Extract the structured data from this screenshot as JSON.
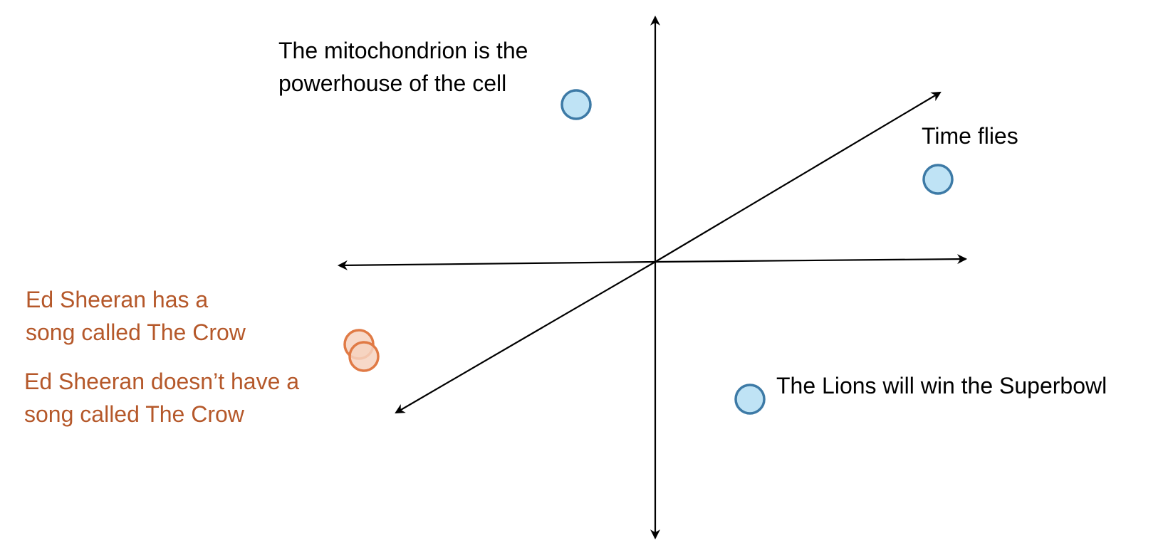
{
  "colors": {
    "axis": "#000000",
    "blue_fill": "#bfe3f5",
    "blue_stroke": "#3d7aa6",
    "orange_fill": "#f6d2c0",
    "orange_stroke": "#e07a45",
    "black_text": "#000000",
    "orange_text": "#b5582a"
  },
  "points": [
    {
      "id": "mitochondrion",
      "group": "blue",
      "lines": [
        "The mitochondrion is the",
        "powerhouse of the cell"
      ]
    },
    {
      "id": "time-flies",
      "group": "blue",
      "lines": [
        "Time flies"
      ]
    },
    {
      "id": "lions-superbowl",
      "group": "blue",
      "lines": [
        "The Lions will win the Superbowl"
      ]
    },
    {
      "id": "ed-sheeran-has",
      "group": "orange",
      "lines": [
        "Ed Sheeran has a",
        "song called The Crow"
      ]
    },
    {
      "id": "ed-sheeran-doesnt",
      "group": "orange",
      "lines": [
        "Ed Sheeran doesn’t have a",
        "song called The Crow"
      ]
    }
  ]
}
